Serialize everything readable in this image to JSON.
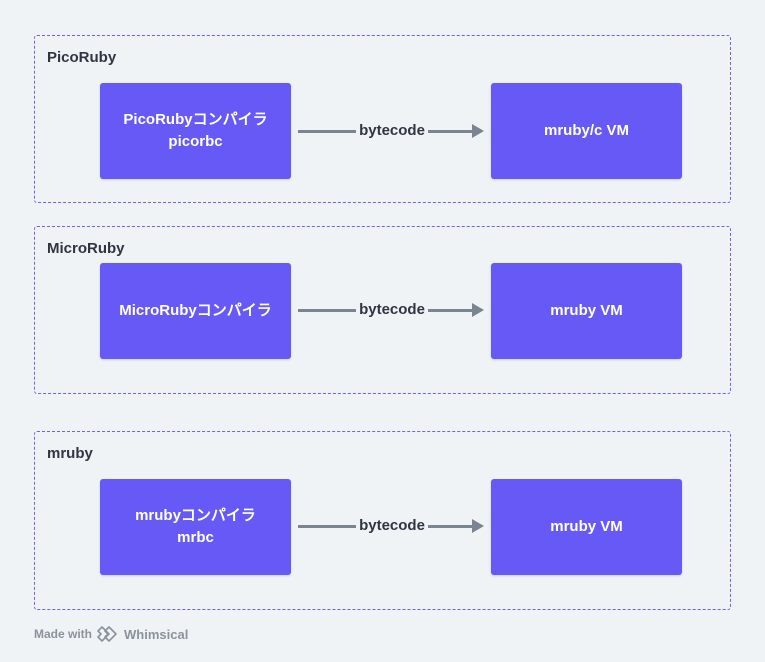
{
  "groups": [
    {
      "title": "PicoRuby",
      "source": {
        "line1": "PicoRubyコンパイラ",
        "line2": "picorbc"
      },
      "edge_label": "bytecode",
      "target": {
        "label": "mruby/c VM"
      }
    },
    {
      "title": "MicroRuby",
      "source": {
        "line1": "MicroRubyコンパイラ",
        "line2": ""
      },
      "edge_label": "bytecode",
      "target": {
        "label": "mruby VM"
      }
    },
    {
      "title": "mruby",
      "source": {
        "line1": "mrubyコンパイラ",
        "line2": "mrbc"
      },
      "edge_label": "bytecode",
      "target": {
        "label": "mruby VM"
      }
    }
  ],
  "footer": {
    "made_with": "Made with",
    "brand": "Whimsical",
    "logo_icon": "whimsical-logo-icon"
  },
  "colors": {
    "background": "#f0f3f6",
    "group_border": "#6b63f0",
    "node_fill": "#6659f5",
    "node_text": "#ffffff",
    "connector": "#7a8492",
    "title_text": "#2f3542"
  }
}
